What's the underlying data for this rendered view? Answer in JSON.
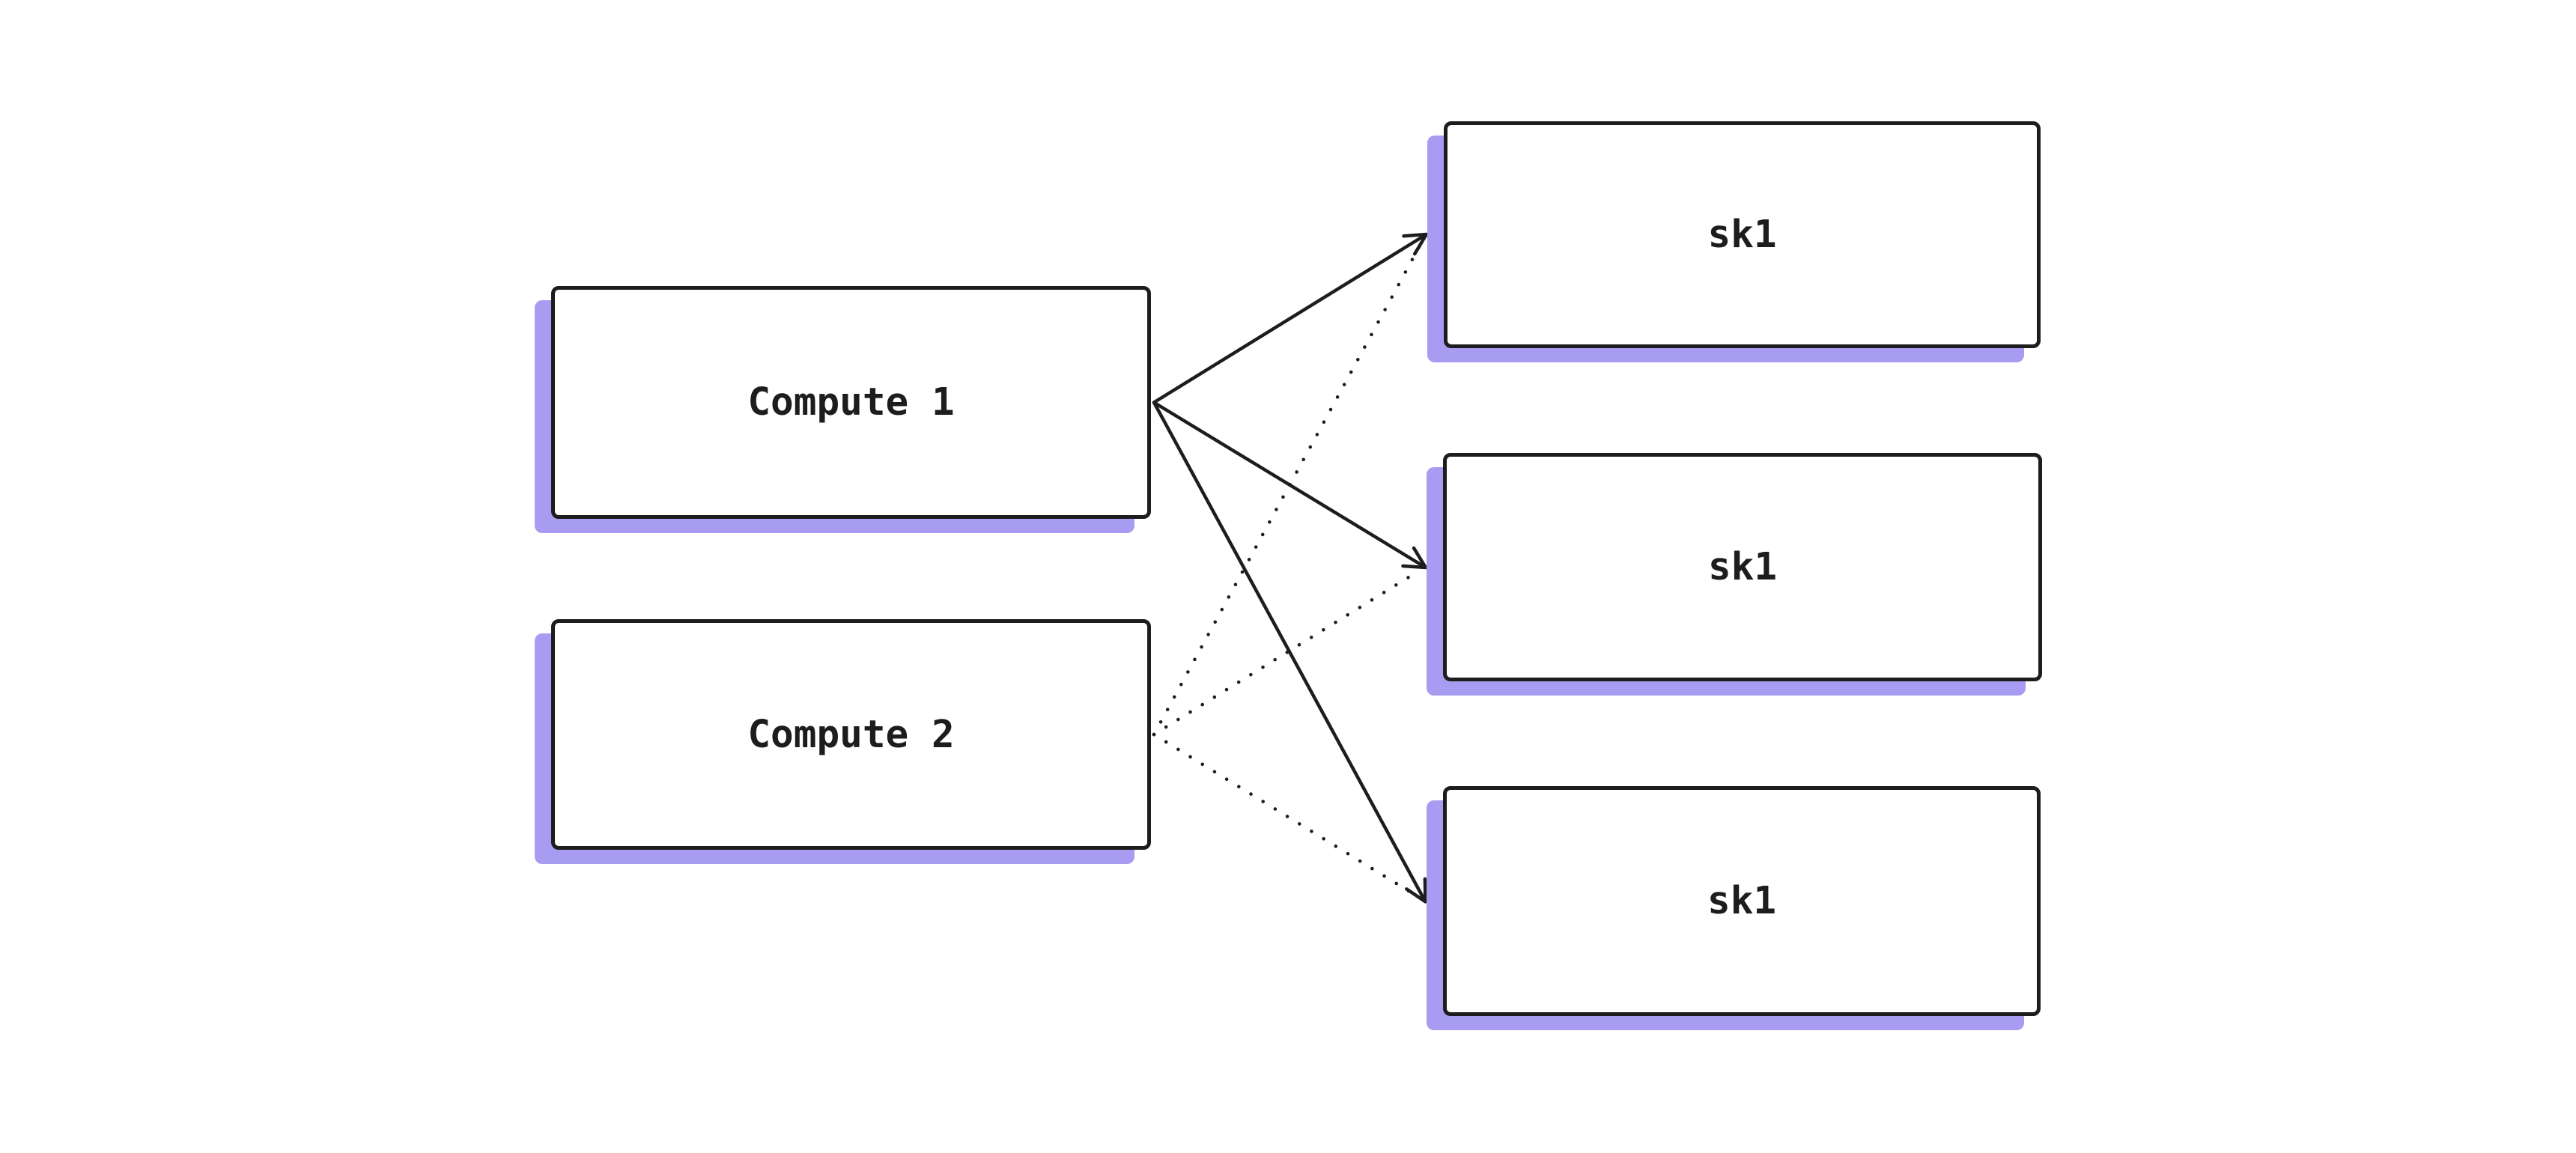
{
  "diagram": {
    "colors": {
      "background": "#ffffff",
      "ink": "#1d1d1d",
      "shadow": "#a89bf2"
    },
    "nodes": [
      {
        "id": "compute1",
        "label": "Compute 1"
      },
      {
        "id": "compute2",
        "label": "Compute 2"
      },
      {
        "id": "sk1a",
        "label": "sk1"
      },
      {
        "id": "sk1b",
        "label": "sk1"
      },
      {
        "id": "sk1c",
        "label": "sk1"
      }
    ],
    "edges": [
      {
        "from": "compute1",
        "to": "sk1a",
        "style": "solid",
        "arrowhead": true
      },
      {
        "from": "compute1",
        "to": "sk1b",
        "style": "solid",
        "arrowhead": true
      },
      {
        "from": "compute1",
        "to": "sk1c",
        "style": "solid",
        "arrowhead": true
      },
      {
        "from": "compute2",
        "to": "sk1a",
        "style": "dotted",
        "arrowhead": false
      },
      {
        "from": "compute2",
        "to": "sk1b",
        "style": "dotted",
        "arrowhead": false
      },
      {
        "from": "compute2",
        "to": "sk1c",
        "style": "dotted",
        "arrowhead": false
      }
    ]
  }
}
